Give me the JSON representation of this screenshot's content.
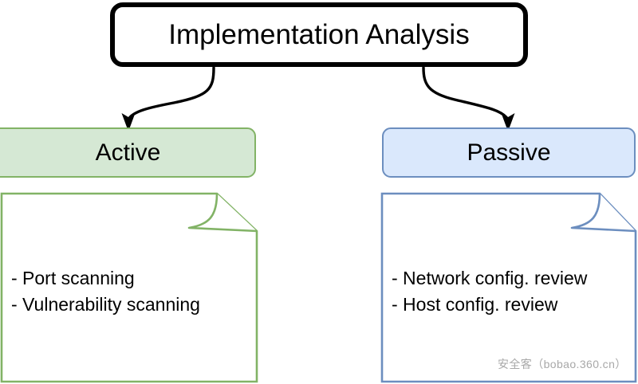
{
  "diagram": {
    "title": {
      "label": "Implementation Analysis"
    },
    "branches": [
      {
        "id": "active",
        "header_label": "Active",
        "accent_color": "#82b366",
        "fill_color": "#d5e8d4",
        "items": [
          "- Port scanning",
          "- Vulnerability scanning"
        ]
      },
      {
        "id": "passive",
        "header_label": "Passive",
        "accent_color": "#6c8ebf",
        "fill_color": "#dae8fc",
        "items": [
          "- Network config. review",
          "- Host config. review"
        ]
      }
    ],
    "connectors": [
      {
        "name": "arrow-to-active",
        "color": "#000000"
      },
      {
        "name": "arrow-to-passive",
        "color": "#000000"
      }
    ],
    "watermark": {
      "text": "安全客（bobao.360.cn）",
      "color": "#a8a8a8"
    }
  }
}
